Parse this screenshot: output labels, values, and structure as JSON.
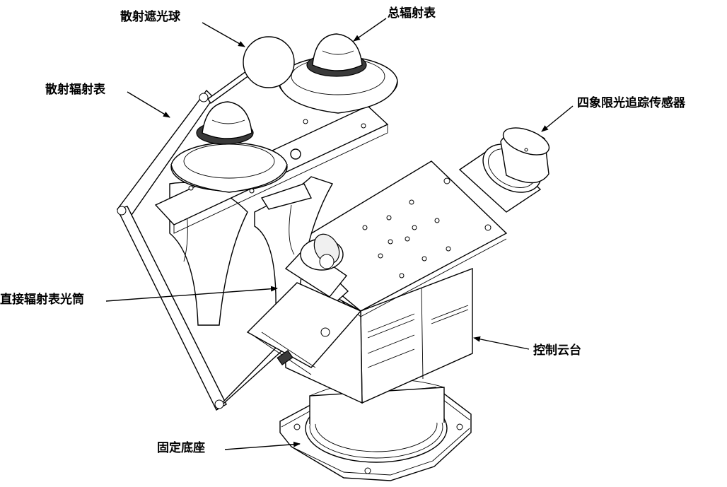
{
  "labels": {
    "scatter_shade_ball": "散射遮光球",
    "global_radiometer": "总辐射表",
    "diffuse_radiometer": "散射辐射表",
    "quadrant_sensor": "四象限光追踪传感器",
    "direct_tube": "直接辐射表光筒",
    "control_head": "控制云台",
    "fixed_base": "固定底座"
  }
}
